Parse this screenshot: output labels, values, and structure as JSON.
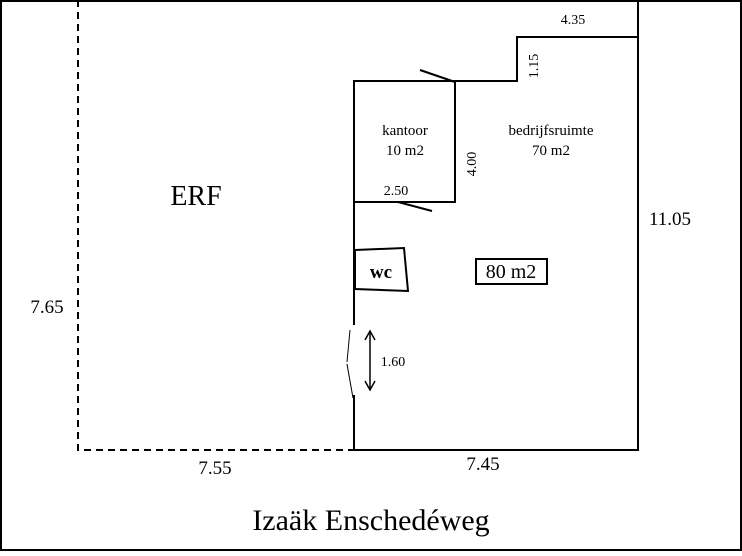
{
  "plan": {
    "erf_label": "ERF",
    "street_label": "Izaäk Enschedéweg",
    "rooms": {
      "kantoor": {
        "name": "kantoor",
        "area": "10 m2"
      },
      "bedrijfsruimte": {
        "name": "bedrijfsruimte",
        "area": "70 m2"
      },
      "wc": "wc",
      "total_area": "80 m2"
    },
    "dimensions": {
      "left_depth": "7.65",
      "left_width": "7.55",
      "bottom_width": "7.45",
      "right_depth": "11.05",
      "top_width": "4.35",
      "step_height": "1.15",
      "kantoor_depth": "4.00",
      "kantoor_width": "2.50",
      "door_width": "1.60"
    }
  }
}
